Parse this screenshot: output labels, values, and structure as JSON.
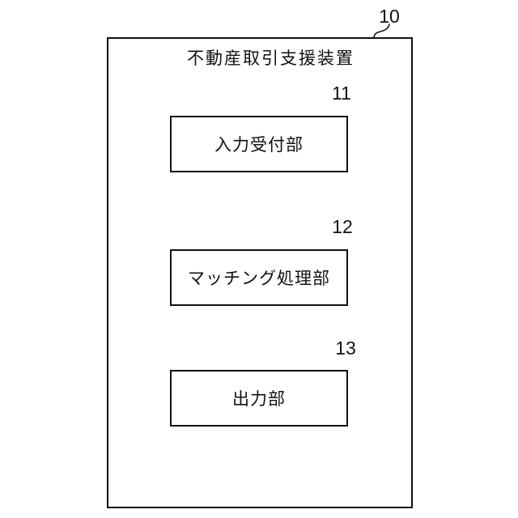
{
  "figure": {
    "title": "不動産取引支援装置",
    "device_ref": "10",
    "blocks": [
      {
        "ref": "11",
        "label": "入力受付部"
      },
      {
        "ref": "12",
        "label": "マッチング処理部"
      },
      {
        "ref": "13",
        "label": "出力部"
      }
    ]
  },
  "colors": {
    "line": "#111111",
    "background": "#ffffff"
  }
}
